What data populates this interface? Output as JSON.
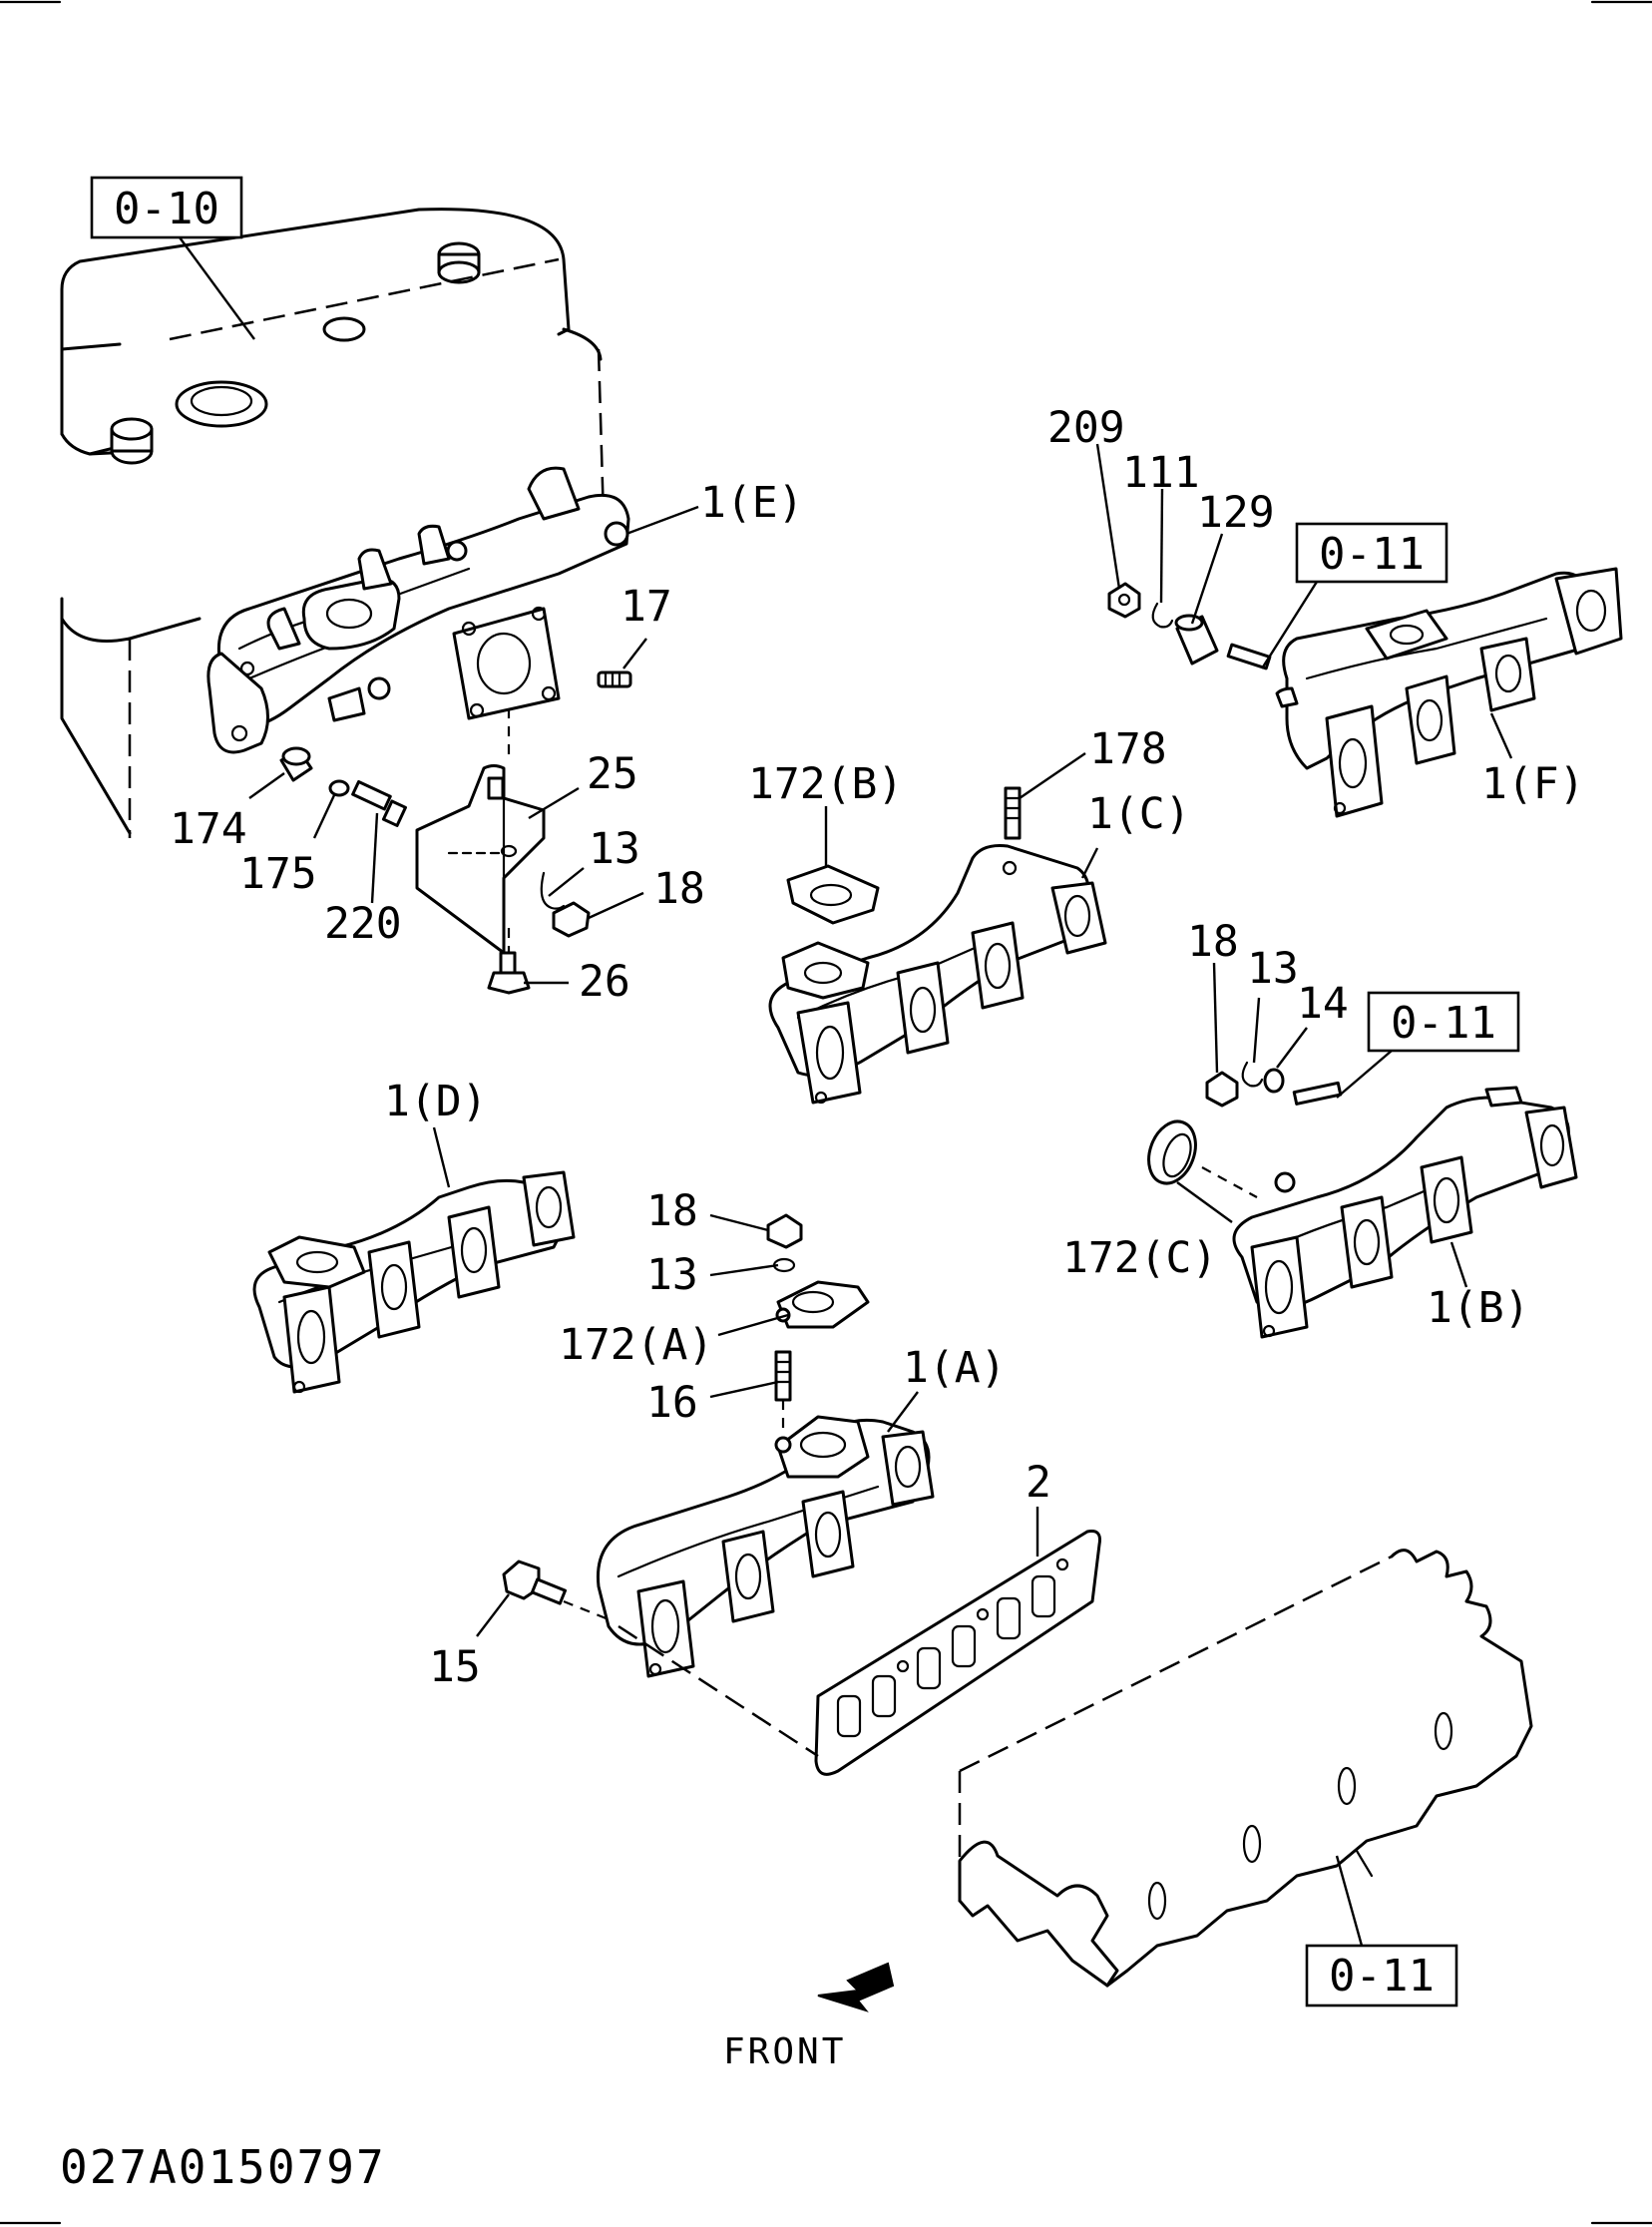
{
  "diagram": {
    "ref_boxes": [
      "0-10",
      "0-11",
      "0-11",
      "0-11"
    ],
    "labels": {
      "l_209": "209",
      "l_111": "111",
      "l_129": "129",
      "l_1E": "1(E)",
      "l_17": "17",
      "l_25": "25",
      "l_174": "174",
      "l_175": "175",
      "l_220": "220",
      "l_13a": "13",
      "l_18a": "18",
      "l_26": "26",
      "l_172B": "172(B)",
      "l_178": "178",
      "l_1C": "1(C)",
      "l_1F": "1(F)",
      "l_18b": "18",
      "l_13b": "13",
      "l_14": "14",
      "l_1D": "1(D)",
      "l_18c": "18",
      "l_13c": "13",
      "l_172A": "172(A)",
      "l_16": "16",
      "l_1A": "1(A)",
      "l_172C": "172(C)",
      "l_1B": "1(B)",
      "l_2": "2",
      "l_15": "15"
    },
    "front_label": "FRONT",
    "doc_number": "027A0150797"
  }
}
